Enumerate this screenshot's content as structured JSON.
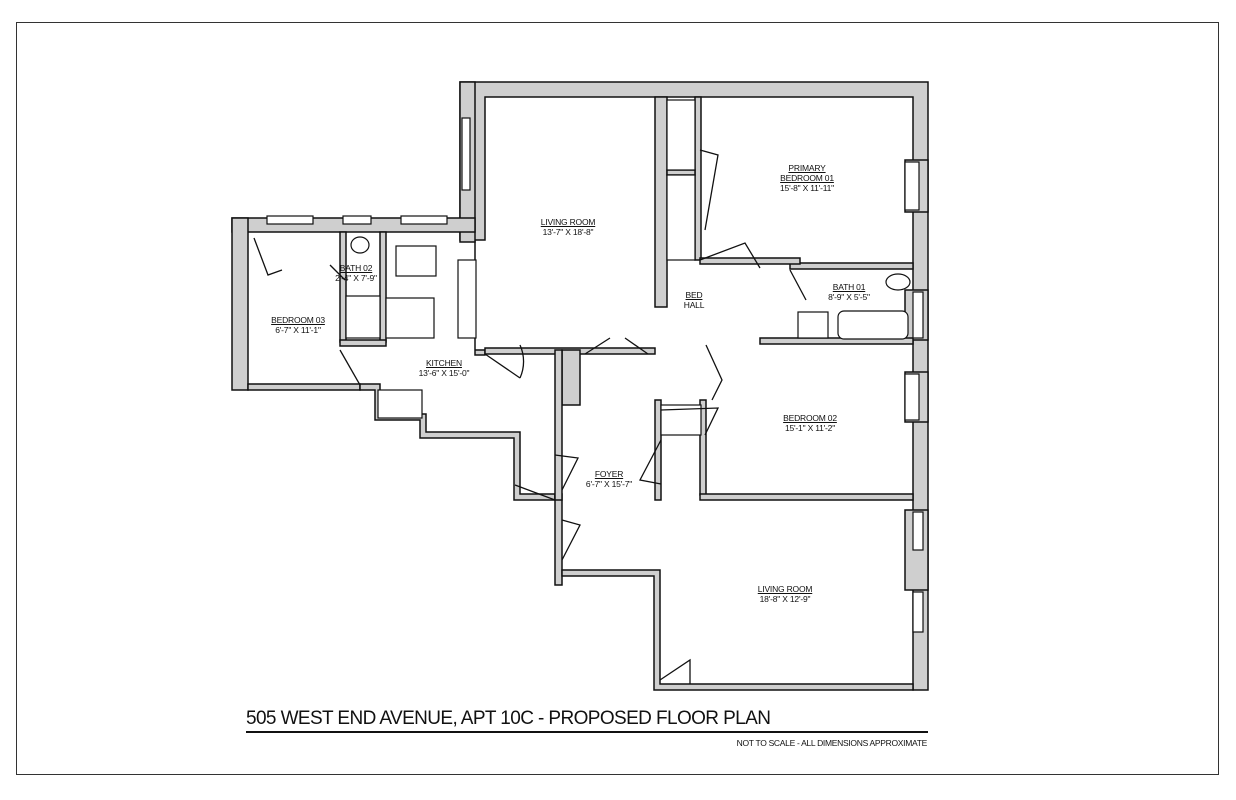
{
  "title": "505 WEST END AVENUE, APT 10C - PROPOSED FLOOR PLAN",
  "note": "NOT TO SCALE - ALL DIMENSIONS APPROXIMATE",
  "wall_color": "#cfcfcf",
  "rooms": [
    {
      "name": "LIVING ROOM",
      "size": "13'-7\" X 18'-8\""
    },
    {
      "name": "PRIMARY BEDROOM 01",
      "line1": "PRIMARY",
      "line2": "BEDROOM 01",
      "size": "15'-8\" X 11'-11\""
    },
    {
      "name": "BATH 02",
      "size": "2'-4\" X 7'-9\""
    },
    {
      "name": "BEDROOM 03",
      "size": "6'-7\" X 11'-1\""
    },
    {
      "name": "KITCHEN",
      "size": "13'-6\" X 15'-0\""
    },
    {
      "name": "BED HALL",
      "line1": "BED",
      "line2": "HALL"
    },
    {
      "name": "BATH 01",
      "size": "8'-9\" X 5'-5\""
    },
    {
      "name": "BEDROOM 02",
      "size": "15'-1\" X 11'-2\""
    },
    {
      "name": "FOYER",
      "size": "6'-7\" X 15'-7\""
    },
    {
      "name": "LIVING ROOM",
      "size": "18'-8\" X 12'-9\""
    }
  ]
}
